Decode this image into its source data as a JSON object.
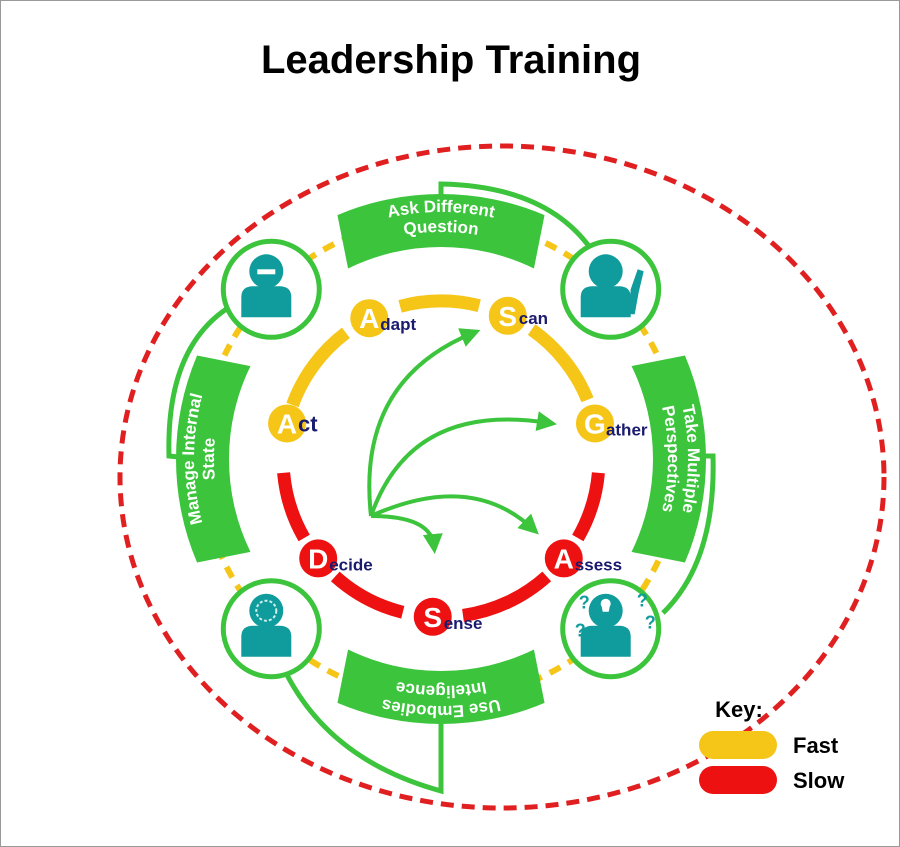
{
  "title": "Leadership Training",
  "colors": {
    "green": "#3cc43c",
    "yellow": "#f5c518",
    "red": "#ee1111",
    "teal": "#109c9c",
    "navy": "#1a1a6e",
    "dashed_outer": "#e02020"
  },
  "banners": {
    "top": [
      "Ask Different",
      "Question"
    ],
    "left": [
      "Manage Internal",
      "State"
    ],
    "right": [
      "Take Multiple",
      "Perspectives"
    ],
    "bottom": [
      "Use Embodies",
      "Inteligence"
    ]
  },
  "steps": [
    {
      "letter": "A",
      "rest": "ct",
      "speed": "fast"
    },
    {
      "letter": "A",
      "rest": "dapt",
      "speed": "fast"
    },
    {
      "letter": "S",
      "rest": "can",
      "speed": "fast"
    },
    {
      "letter": "G",
      "rest": "ather",
      "speed": "fast"
    },
    {
      "letter": "A",
      "rest": "ssess",
      "speed": "slow"
    },
    {
      "letter": "S",
      "rest": "ense",
      "speed": "slow"
    },
    {
      "letter": "D",
      "rest": "ecide",
      "speed": "slow"
    }
  ],
  "icons": [
    "person-silenced-icon",
    "person-raising-hand-icon",
    "person-brain-icon",
    "person-lightbulb-questions-icon"
  ],
  "key": {
    "title": "Key:",
    "items": [
      {
        "label": "Fast",
        "color": "#f5c518"
      },
      {
        "label": "Slow",
        "color": "#ee1111"
      }
    ]
  }
}
